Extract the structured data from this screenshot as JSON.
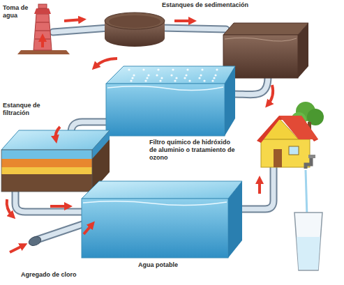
{
  "diagram": {
    "labels": [
      "Toma de agua",
      "Estanques de sedimentación",
      "Estanque de filtración",
      "Filtro químico de hidróxido de aluminio o tratamiento de ozono",
      "Agregado de cloro",
      "Agua potable"
    ]
  }
}
